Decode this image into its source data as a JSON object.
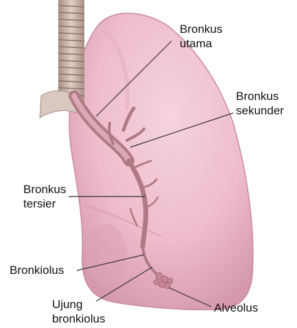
{
  "labels": {
    "bronkus_utama": {
      "line1": "Bronkus",
      "line2": "utama"
    },
    "bronkus_sekunder": {
      "line1": "Bronkus",
      "line2": "sekunder"
    },
    "bronkus_tersier": {
      "line1": "Bronkus",
      "line2": "tersier"
    },
    "bronkiolus": "Bronkiolus",
    "ujung_bronkiolus": {
      "line1": "Ujung",
      "line2": "bronkiolus"
    },
    "alveolus": "Alveolus"
  },
  "colors": {
    "lung_fill": "#efb9c8",
    "lung_shadow": "#d998ae",
    "bronchus": "#b07a85",
    "trachea": "#c9aea2",
    "leader_line": "#333333",
    "label_text": "#111111"
  }
}
